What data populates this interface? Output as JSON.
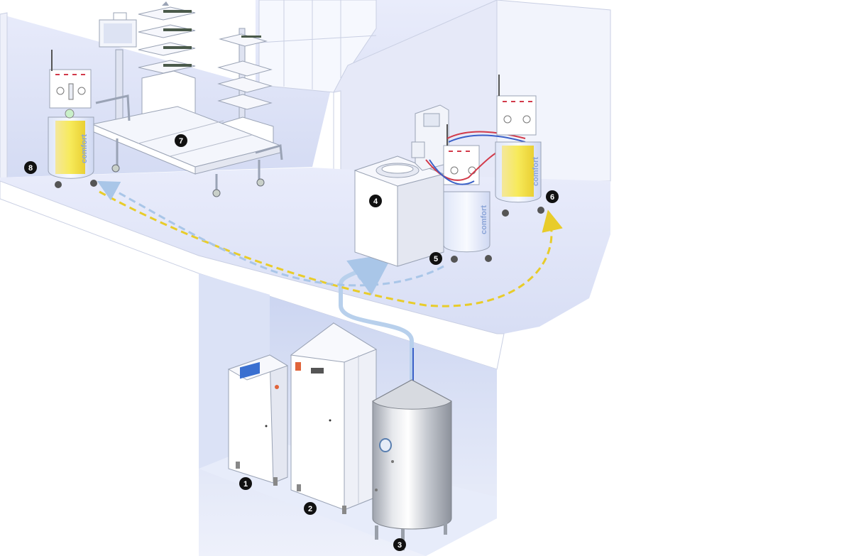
{
  "scene": {
    "badges": [
      {
        "key": "1",
        "label": "1",
        "name": "unit-1-label"
      },
      {
        "key": "2",
        "label": "2",
        "name": "unit-2-label"
      },
      {
        "key": "3",
        "label": "3",
        "name": "unit-3-label"
      },
      {
        "key": "4",
        "label": "4",
        "name": "unit-4-label"
      },
      {
        "key": "5",
        "label": "5",
        "name": "unit-5-label"
      },
      {
        "key": "6",
        "label": "6",
        "name": "unit-6-label"
      },
      {
        "key": "7",
        "label": "7",
        "name": "unit-7-label"
      },
      {
        "key": "8",
        "label": "8",
        "name": "unit-8-label"
      }
    ],
    "machine_brand": "comfort",
    "colors": {
      "floor": "#e8ebf9",
      "wall": "#dfe3f6",
      "accent_blue": "#a9c6e8",
      "accent_yellow": "#e8cc2a",
      "line_red": "#d23a4a",
      "line_blue": "#3a60c8",
      "badge": "#111111"
    }
  }
}
